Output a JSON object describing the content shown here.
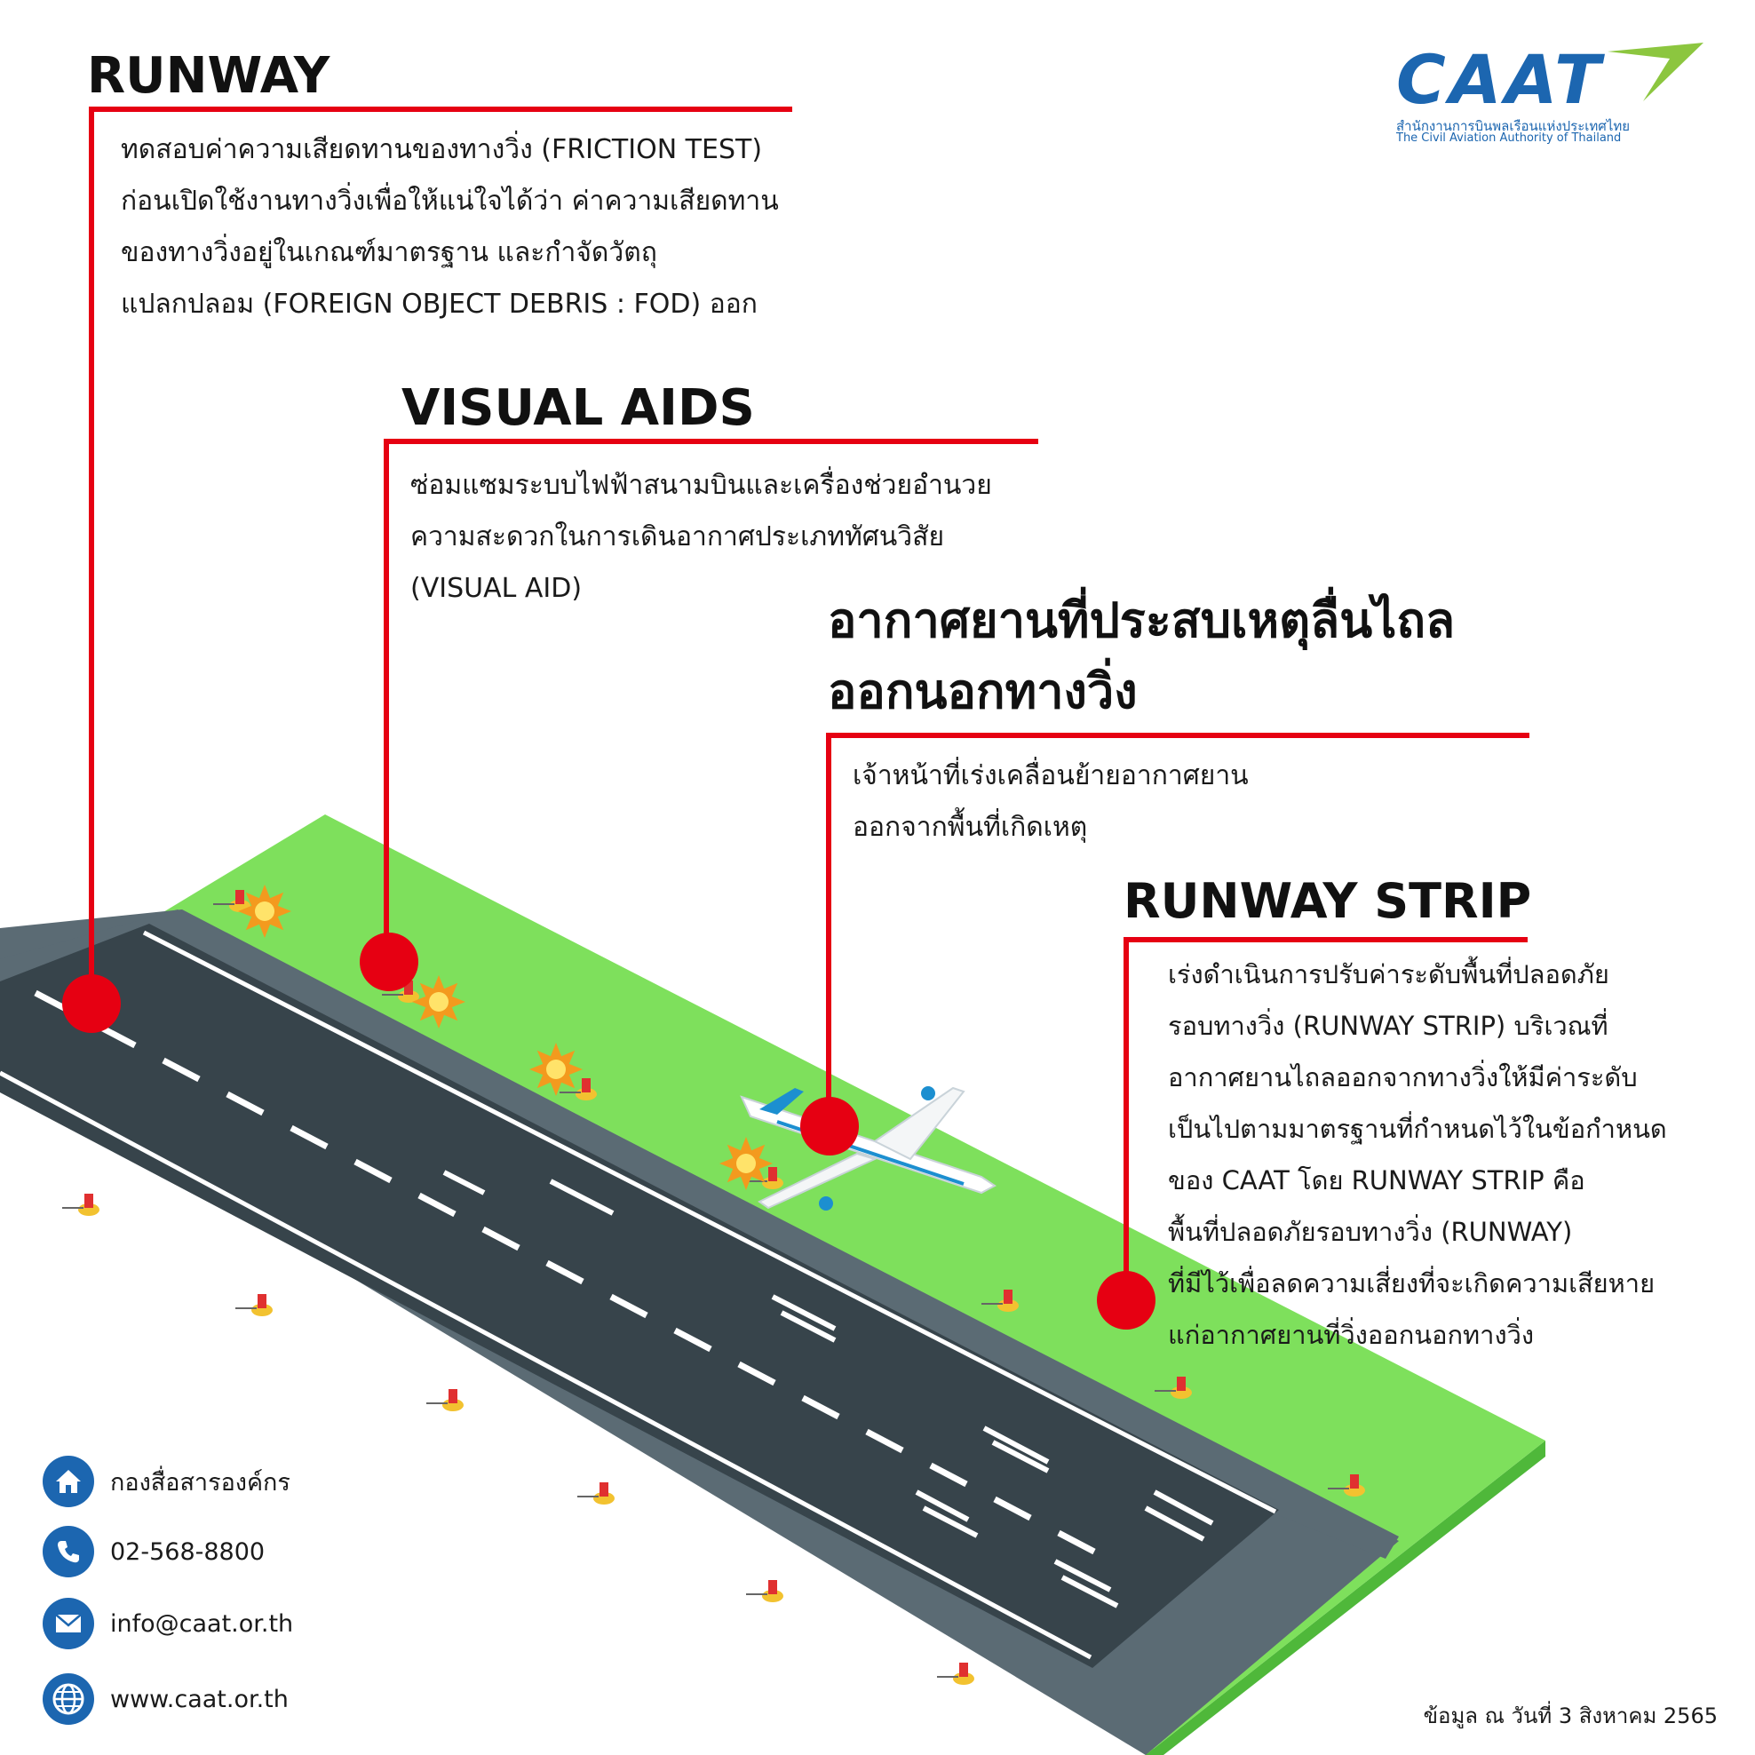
{
  "logo": {
    "wordmark": "CAAT",
    "subtitle_th": "สำนักงานการบินพลเรือนแห่งประเทศไทย",
    "subtitle_en": "The Civil Aviation Authority of Thailand",
    "colors": {
      "blue": "#1c66b0",
      "green": "#8cc63f"
    }
  },
  "sections": [
    {
      "heading": "RUNWAY",
      "lines": [
        "ทดสอบค่าความเสียดทานของทางวิ่ง (FRICTION TEST)",
        "ก่อนเปิดใช้งานทางวิ่งเพื่อให้แน่ใจได้ว่า ค่าความเสียดทาน",
        "ของทางวิ่งอยู่ในเกณฑ์มาตรฐาน และกำจัดวัตถุ",
        "แปลกปลอม (FOREIGN OBJECT DEBRIS : FOD) ออก"
      ]
    },
    {
      "heading": "VISUAL AIDS",
      "lines": [
        "ซ่อมแซมระบบไฟฟ้าสนามบินและเครื่องช่วยอำนวย",
        "ความสะดวกในการเดินอากาศประเภททัศนวิสัย",
        "(VISUAL AID)"
      ]
    },
    {
      "heading_lines": [
        "อากาศยานที่ประสบเหตุลื่นไถล",
        "ออกนอกทางวิ่ง"
      ],
      "lines": [
        "เจ้าหน้าที่เร่งเคลื่อนย้ายอากาศยาน",
        "ออกจากพื้นที่เกิดเหตุ"
      ]
    },
    {
      "heading": "RUNWAY STRIP",
      "lines": [
        "เร่งดำเนินการปรับค่าระดับพื้นที่ปลอดภัย",
        "รอบทางวิ่ง (RUNWAY STRIP) บริเวณที่",
        "อากาศยานไถลออกจากทางวิ่งให้มีค่าระดับ",
        "เป็นไปตามมาตรฐานที่กำหนดไว้ในข้อกำหนด",
        "ของ CAAT โดย RUNWAY STRIP คือ",
        "พื้นที่ปลอดภัยรอบทางวิ่ง (RUNWAY)",
        "ที่มีไว้เพื่อลดความเสี่ยงที่จะเกิดความเสียหาย",
        "แก่อากาศยานที่วิ่งออกนอกทางวิ่ง"
      ]
    }
  ],
  "contacts": [
    {
      "icon": "home-icon",
      "text": "กองสื่อสารองค์กร"
    },
    {
      "icon": "phone-icon",
      "text": "02-568-8800"
    },
    {
      "icon": "mail-icon",
      "text": "info@caat.or.th"
    },
    {
      "icon": "globe-icon",
      "text": "www.caat.or.th"
    }
  ],
  "footer_note": "ข้อมูล ณ วันที่ 3 สิงหาคม 2565",
  "palette": {
    "accent_red": "#e60012",
    "grass": "#7ee05c",
    "grass_side": "#4fb83a",
    "shoulder": "#5b6b74",
    "runway": "#37444b",
    "marking": "#ffffff"
  }
}
